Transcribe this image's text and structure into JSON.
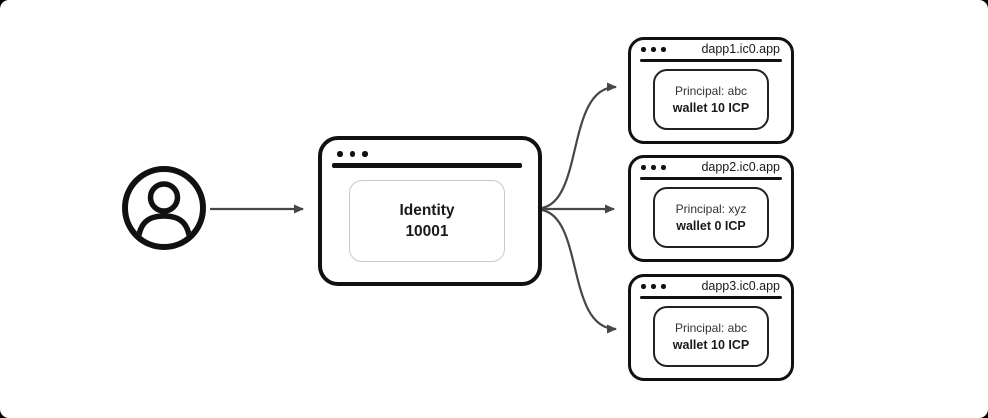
{
  "identity_window": {
    "line1": "Identity",
    "line2": "10001"
  },
  "dapps": [
    {
      "title": "dapp1.ic0.app",
      "principal": "Principal: abc",
      "wallet": "wallet 10 ICP"
    },
    {
      "title": "dapp2.ic0.app",
      "principal": "Principal: xyz",
      "wallet": "wallet 0 ICP"
    },
    {
      "title": "dapp3.ic0.app",
      "principal": "Principal: abc",
      "wallet": "wallet 10 ICP"
    }
  ],
  "icons": {
    "user": "user-icon",
    "window_dots": "window-dots-icon"
  },
  "colors": {
    "stroke": "#111111",
    "arrow": "#474747",
    "light_border": "#c9c9c9",
    "text_primary": "#1a1a1a",
    "text_secondary": "#333333"
  }
}
